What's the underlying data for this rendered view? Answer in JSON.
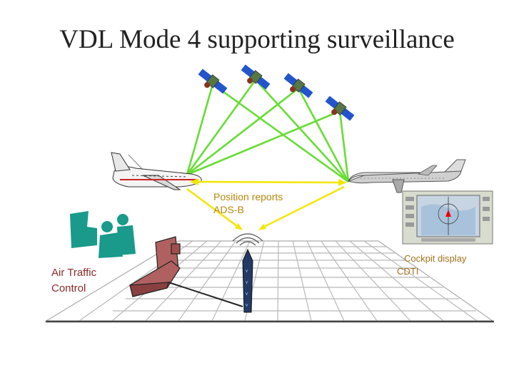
{
  "title": "VDL Mode 4 supporting surveillance",
  "labels": {
    "position_reports": "Position reports",
    "ads_b": "ADS-B",
    "atc_line1": "Air Traffic",
    "atc_line2": "Control",
    "cockpit_line1": "Cockpit display",
    "cockpit_line2": "CDTI"
  },
  "colors": {
    "satellite_links": "#66dd33",
    "ads_b_arrows": "#f2e600",
    "ground_grid": "#b8b8b8",
    "ground_station": "#b06060",
    "atc_figures": "#1a9a8a",
    "antenna_tower": "#223a66"
  }
}
